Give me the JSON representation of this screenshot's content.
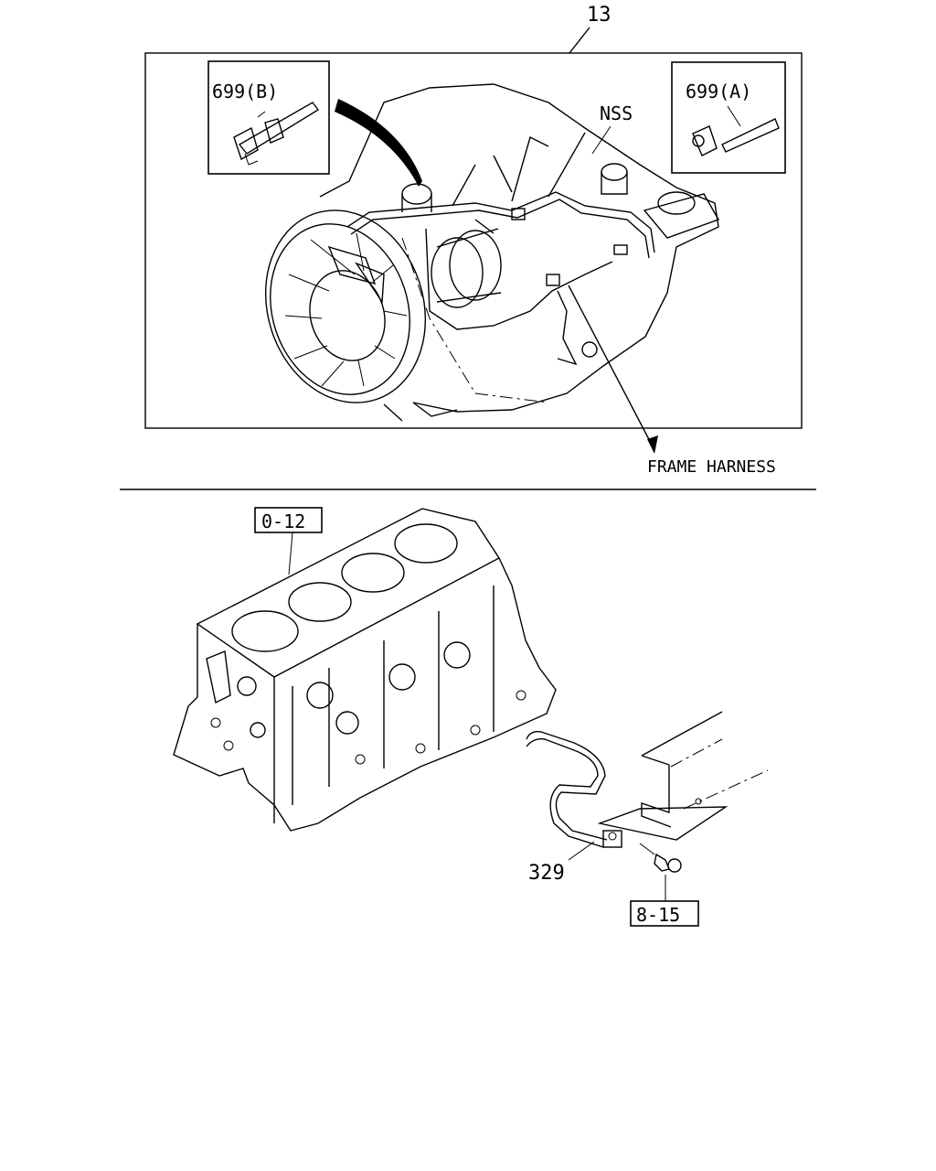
{
  "callouts": {
    "assembly_ref": "13",
    "clip_b": "699(B)",
    "clip_a": "699(A)",
    "nss": "NSS",
    "frame_harness": "FRAME HARNESS",
    "block_ref": "0-12",
    "ground_cable": "329",
    "bolt_ref": "8-15"
  }
}
